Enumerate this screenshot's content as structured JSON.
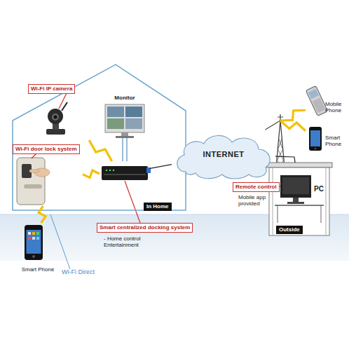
{
  "diagram": {
    "nodes": [
      {
        "text": [
          "In Home"
        ]
      },
      {
        "text": [
          "Wi-Fi IP camera"
        ],
        "in": 0
      },
      {
        "text": [
          "Monitor"
        ],
        "in": 0
      },
      {
        "text": [
          "Wi-Fi door lock system"
        ],
        "in": 0
      },
      {
        "text": [
          "Smart centralized docking system",
          "- Home control Entertainment"
        ],
        "in": 0
      },
      {
        "text": [
          "Smart Phone"
        ]
      },
      {
        "text": [
          "INTERNET"
        ]
      },
      {
        "text": [
          "Mobile Phone"
        ]
      },
      {
        "text": [
          "Smart Phone"
        ]
      },
      {
        "text": [
          "Remote control",
          "Mobile app provided"
        ]
      },
      {
        "text": [
          "Outside"
        ]
      },
      {
        "text": [
          "PC"
        ],
        "in": 10
      }
    ],
    "edges": [
      {
        "from": 2,
        "to": 4,
        "arrow": "none"
      },
      {
        "from": 1,
        "to": 4,
        "arrow": "none"
      },
      {
        "from": 3,
        "to": 4,
        "arrow": "none"
      },
      {
        "from": 3,
        "to": 5,
        "arrow": "none"
      },
      {
        "from": 4,
        "to": 6,
        "arrow": "none"
      },
      {
        "from": 6,
        "to": 7,
        "arrow": "none"
      },
      {
        "from": 6,
        "to": 8,
        "arrow": "none"
      },
      {
        "from": 6,
        "to": 10,
        "arrow": "none"
      }
    ],
    "labels": [
      "Wi-Fi Direct"
    ]
  }
}
